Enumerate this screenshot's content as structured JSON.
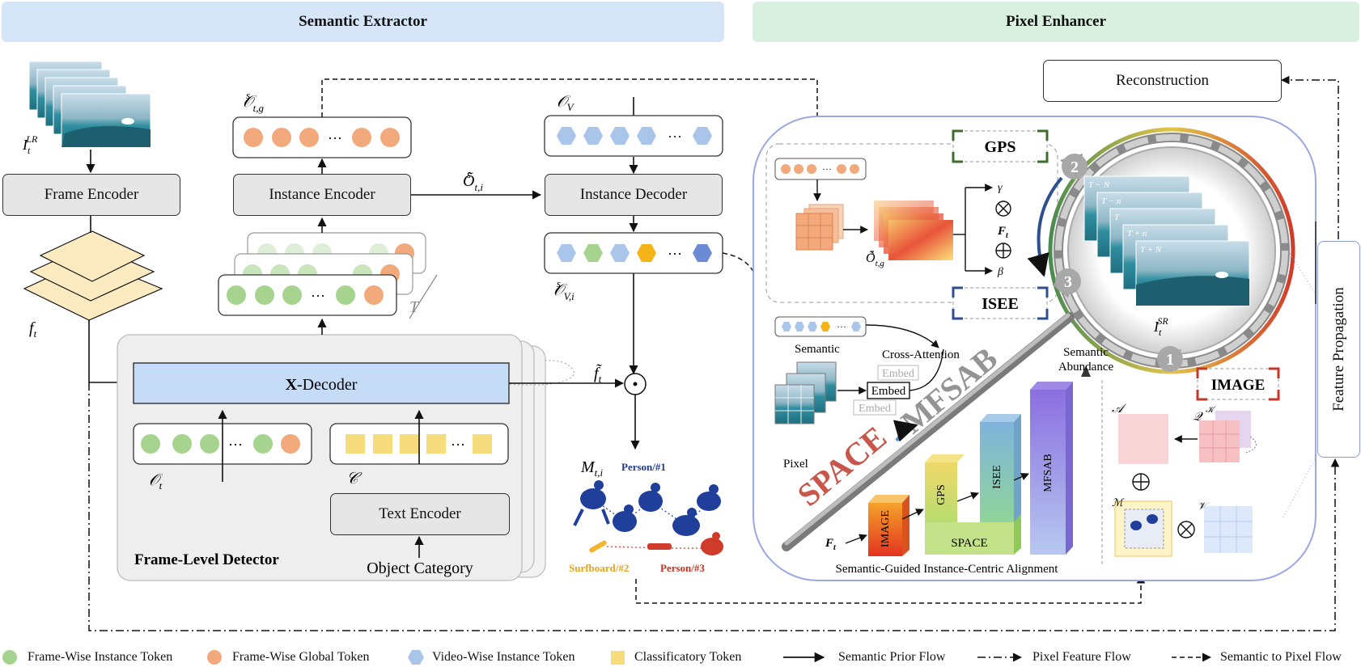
{
  "headers": {
    "left": "Semantic Extractor",
    "right": "Pixel Enhancer"
  },
  "colors": {
    "semantic_bg": "#d6e6f8",
    "pixel_bg": "#d9efdf",
    "green": "#a6d48f",
    "orange": "#f2a97c",
    "blue_hex": "#a9c6ea",
    "yellow": "#f7dc7e",
    "ring_border": "#9aa7e6"
  },
  "boxes": {
    "frame_encoder": "Frame Encoder",
    "instance_encoder": "Instance Encoder",
    "instance_decoder": "Instance Decoder",
    "x_decoder_bold": "X",
    "x_decoder_rest": "-Decoder",
    "text_encoder": "Text Encoder",
    "reconstruction": "Reconstruction",
    "feature_propagation": "Feature Propagation"
  },
  "labels": {
    "frame_level_detector": "Frame-Level Detector",
    "object_category": "Object Category",
    "semantic": "Semantic",
    "cross_attention": "Cross-Attention",
    "pixel": "Pixel",
    "embed": "Embed",
    "semantic_abundance_1": "Semantic",
    "semantic_abundance_2": "Abundance",
    "sgica": "Semantic-Guided Instance-Centric Alignment",
    "gps": "GPS",
    "isee": "ISEE",
    "image": "IMAGE",
    "space_text": "SPACE",
    "mfsab_text": "MFSAB",
    "stair_image": "IMAGE",
    "stair_gps": "GPS",
    "stair_isee": "ISEE",
    "stair_mfsab": "MFSAB",
    "stair_space": "SPACE",
    "person1": "Person/#1",
    "surfboard2": "Surfboard/#2",
    "person3": "Person/#3",
    "num1": "1",
    "num2": "2",
    "num3": "3",
    "t_label": "T",
    "dots": "···"
  },
  "math": {
    "i_lr_base": "I",
    "i_lr_sub": "t",
    "i_lr_sup": "LR",
    "f_t_base": "f",
    "f_t_sub": "t",
    "o_tg_base": "𝒪",
    "o_tg_sub": "t,g",
    "o_tg_sup": "s",
    "o_v_base": "𝒪",
    "o_v_sub": "V",
    "o_ti_tilde": "Õ",
    "o_ti_sub": "t,i",
    "o_ti_sup": "s",
    "o_vi_base": "𝒪",
    "o_vi_sub": "V,i",
    "o_vi_sup": "s",
    "ft_tilde": "f̃",
    "ft_tilde_sub": "t",
    "o_t_base": "𝒪",
    "o_t_sub": "t",
    "c_base": "𝒞",
    "m_base": "M",
    "m_sub": "t,i",
    "gamma": "γ",
    "beta": "β",
    "F_base": "F",
    "F_sub": "t",
    "isr_base": "I",
    "isr_sub": "t",
    "isr_sup": "SR",
    "a_sym": "𝒜",
    "q_sym": "𝒬",
    "k_sym": "𝒦",
    "m_sym": "ℳ",
    "v_sym": "𝒱",
    "otg_small_tilde": "Õ",
    "otg_small_sub": "t,g",
    "otg_small_sup": "s",
    "frame_labels": [
      "T − N",
      "T − n",
      "T",
      "T + n",
      "T + N"
    ]
  },
  "legend": [
    {
      "label": "Frame-Wise Instance Token",
      "icon": "green-circle"
    },
    {
      "label": "Frame-Wise Global Token",
      "icon": "orange-circle"
    },
    {
      "label": "Video-Wise Instance Token",
      "icon": "blue-hexagon"
    },
    {
      "label": "Classificatory Token",
      "icon": "yellow-square"
    },
    {
      "label": "Semantic Prior Flow",
      "icon": "solid-arrow"
    },
    {
      "label": "Pixel Feature Flow",
      "icon": "dash-dot-arrow"
    },
    {
      "label": "Semantic to Pixel Flow",
      "icon": "dashed-arrow"
    }
  ]
}
